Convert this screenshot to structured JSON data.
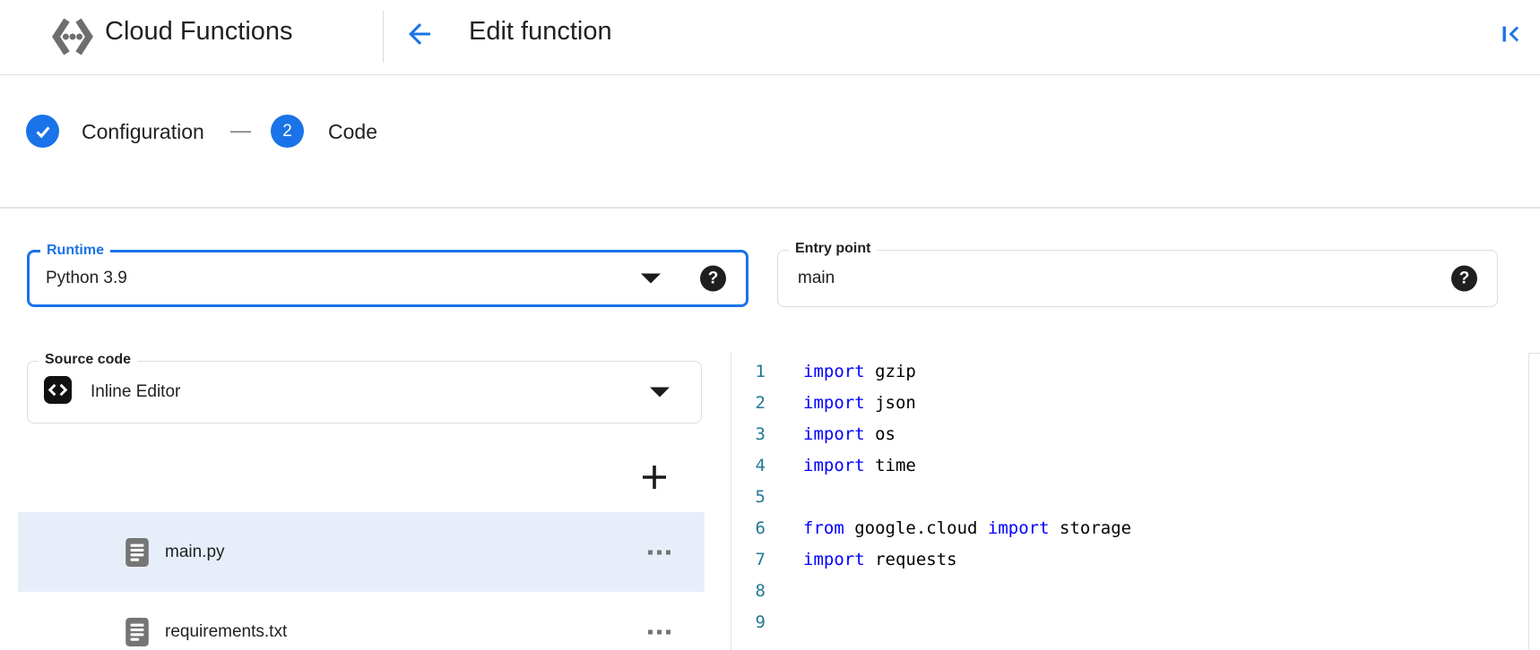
{
  "header": {
    "app_title": "Cloud Functions",
    "page_title": "Edit function"
  },
  "stepper": {
    "step1_label": "Configuration",
    "separator": "—",
    "step2_number": "2",
    "step2_label": "Code"
  },
  "runtime": {
    "label": "Runtime",
    "value": "Python 3.9"
  },
  "entry_point": {
    "label": "Entry point",
    "value": "main"
  },
  "source_code": {
    "label": "Source code",
    "value": "Inline Editor"
  },
  "icons": {
    "help": "?",
    "logo": "cloud-functions-logo",
    "back": "arrow-back",
    "collapse": "collapse-panel-left",
    "check": "checkmark",
    "dropdown": "caret-down",
    "code": "code-brackets",
    "add": "plus",
    "file": "document",
    "more": "more-options"
  },
  "file_panel": {
    "files": [
      {
        "name": "main.py",
        "selected": true
      },
      {
        "name": "requirements.txt",
        "selected": false
      }
    ]
  },
  "editor": {
    "lines": [
      {
        "number": "1",
        "segments": [
          {
            "text": "import",
            "type": "keyword"
          },
          {
            "text": " gzip",
            "type": "plain"
          }
        ]
      },
      {
        "number": "2",
        "segments": [
          {
            "text": "import",
            "type": "keyword"
          },
          {
            "text": " json",
            "type": "plain"
          }
        ]
      },
      {
        "number": "3",
        "segments": [
          {
            "text": "import",
            "type": "keyword"
          },
          {
            "text": " os",
            "type": "plain"
          }
        ]
      },
      {
        "number": "4",
        "segments": [
          {
            "text": "import",
            "type": "keyword"
          },
          {
            "text": " time",
            "type": "plain"
          }
        ]
      },
      {
        "number": "5",
        "segments": []
      },
      {
        "number": "6",
        "segments": [
          {
            "text": "from",
            "type": "keyword"
          },
          {
            "text": " google.cloud ",
            "type": "plain"
          },
          {
            "text": "import",
            "type": "keyword"
          },
          {
            "text": " storage",
            "type": "plain"
          }
        ]
      },
      {
        "number": "7",
        "segments": [
          {
            "text": "import",
            "type": "keyword"
          },
          {
            "text": " requests",
            "type": "plain"
          }
        ]
      },
      {
        "number": "8",
        "segments": []
      },
      {
        "number": "9",
        "segments": []
      }
    ]
  },
  "colors": {
    "accent_blue": "#1a73e8",
    "keyword_blue": "#0101fd",
    "line_number_teal": "#237893",
    "selected_row_bg": "#e8eef9",
    "icon_gray": "#757575",
    "border_gray": "#dadce0",
    "text_dark": "#202124"
  }
}
